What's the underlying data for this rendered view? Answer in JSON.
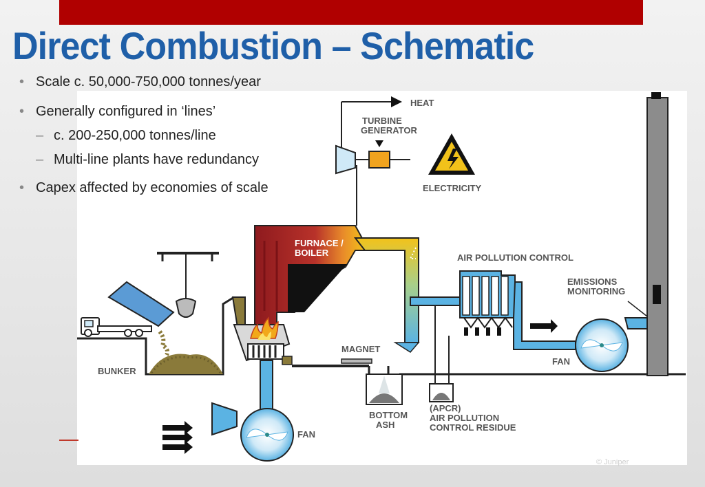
{
  "slide": {
    "title": "Direct Combustion – Schematic",
    "bullets": [
      "Scale c. 50,000-750,000 tonnes/year",
      "Generally configured in ‘lines’",
      "c. 200-250,000 tonnes/line",
      "Multi-line plants have redundancy",
      "Capex affected by economies of scale"
    ],
    "bullet_marker": "•",
    "sub_marker": "–",
    "copyright": "© Juniper"
  },
  "diagram": {
    "labels": {
      "heat": "HEAT",
      "turbine_line1": "TURBINE",
      "turbine_line2": "GENERATOR",
      "electricity": "ELECTRICITY",
      "furnace_line1": "FURNACE /",
      "furnace_line2": "BOILER",
      "air_pollution_control": "AIR POLLUTION CONTROL",
      "emissions_line1": "EMISSIONS",
      "emissions_line2": "MONITORING",
      "fan_right": "FAN",
      "magnet": "MAGNET",
      "bunker": "BUNKER",
      "bottom_ash_line1": "BOTTOM",
      "bottom_ash_line2": "ASH",
      "apcr_line1": "(APCR)",
      "apcr_line2": "AIR POLLUTION",
      "apcr_line3": "CONTROL RESIDUE",
      "fan_left": "FAN"
    },
    "colors": {
      "title": "#1f5fa8",
      "top_bar": "#b00000",
      "water_blue": "#5bb3e3",
      "furnace_red": "#9e1b1f",
      "hot_yellow": "#f2c21a",
      "stack_grey": "#8c8c8c",
      "outline": "#222222",
      "label_grey": "#555555"
    }
  }
}
